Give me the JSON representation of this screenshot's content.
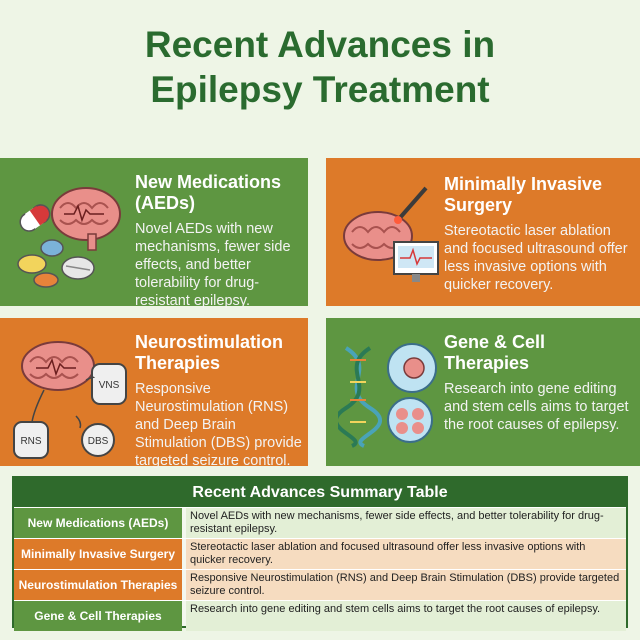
{
  "title": "Recent Advances in\nEpilepsy Treatment",
  "cards": [
    {
      "title": "New Medications\n(AEDs)",
      "desc": "Novel AEDs with new mechanisms, fewer side effects, and better tolerability for drug-resistant epilepsy."
    },
    {
      "title": "Minimally Invasive\nSurgery",
      "desc": "Stereotactic laser ablation and focused ultrasound offer less invasive options with quicker recovery."
    },
    {
      "title": "Neurostimulation\nTherapies",
      "desc": "Responsive Neurostimulation (RNS) and Deep Brain Stimulation (DBS) provide targeted seizure control."
    },
    {
      "title": "Gene & Cell\nTherapies",
      "desc": "Research into gene editing and stem cells aims to target the root causes of epilepsy."
    }
  ],
  "device_labels": {
    "vns": "VNS",
    "rns": "RNS",
    "dbs": "DBS"
  },
  "table": {
    "header": "Recent Advances Summary Table",
    "rows": [
      {
        "category": "New Medications (AEDs)",
        "description": "Novel AEDs with new mechanisms, fewer side effects, and better tolerability for drug-resistant epilepsy."
      },
      {
        "category": "Minimally Invasive Surgery",
        "description": "Stereotactic laser ablation and focused ultrasound offer less invasive options with quicker recovery."
      },
      {
        "category": "Neurostimulation Therapies",
        "description": "Responsive Neurostimulation (RNS) and Deep Brain Stimulation (DBS) provide targeted seizure control."
      },
      {
        "category": "Gene & Cell Therapies",
        "description": "Research into gene editing and stem cells aims to target the root causes of epilepsy."
      }
    ]
  },
  "colors": {
    "green": "#5e9641",
    "orange": "#dd7a29",
    "dark_green": "#2f6a2c"
  }
}
